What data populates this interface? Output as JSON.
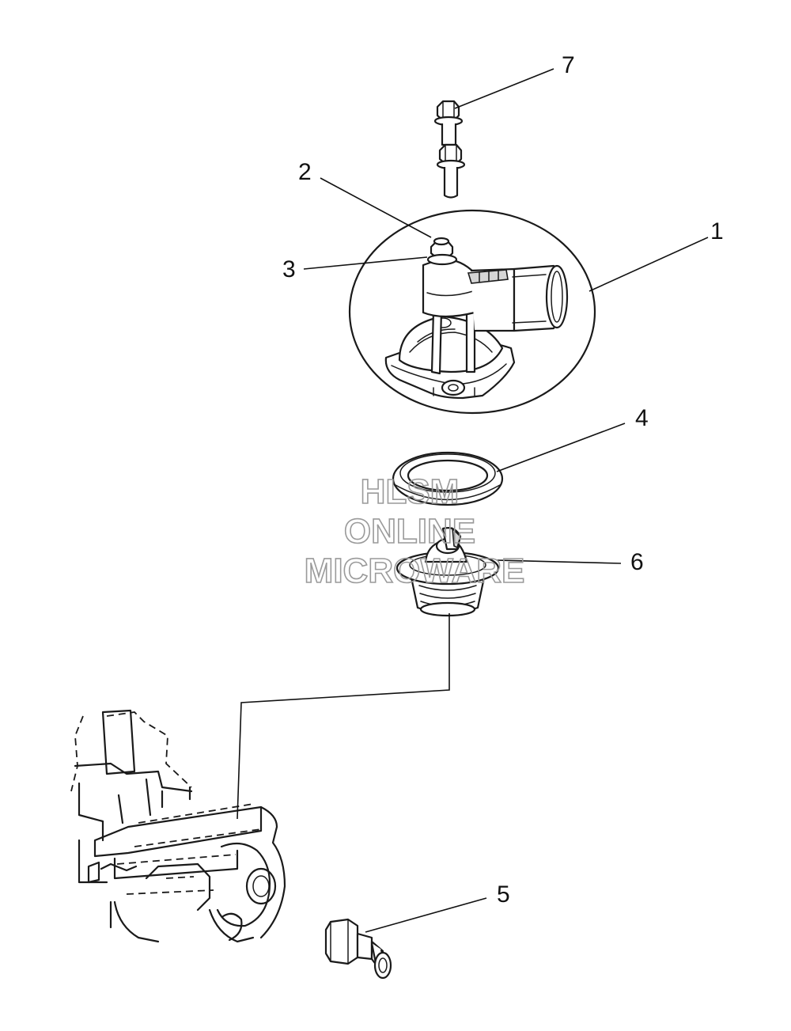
{
  "callouts": [
    {
      "id": "7",
      "label": "7"
    },
    {
      "id": "2",
      "label": "2"
    },
    {
      "id": "1",
      "label": "1"
    },
    {
      "id": "3",
      "label": "3"
    },
    {
      "id": "4",
      "label": "4"
    },
    {
      "id": "6",
      "label": "6"
    },
    {
      "id": "5",
      "label": "5"
    }
  ],
  "watermark": {
    "line1": "HLSM",
    "line2": "ONLINE",
    "line3": "MICROWARE"
  }
}
